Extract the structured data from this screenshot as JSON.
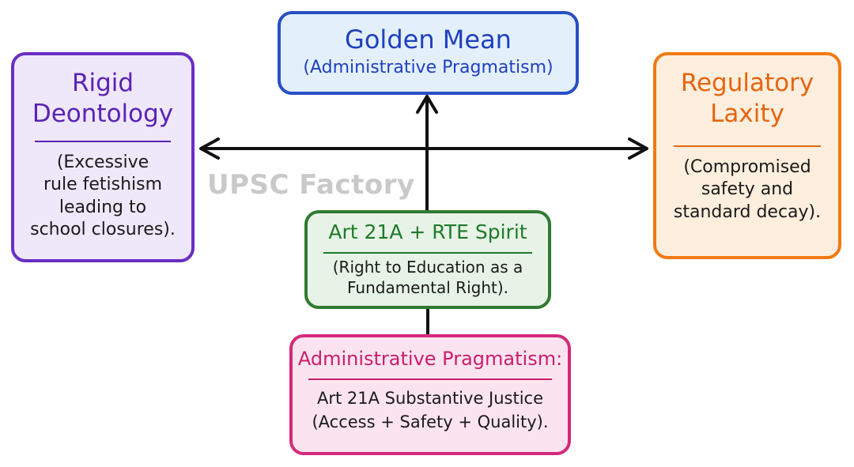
{
  "nodes": {
    "golden_mean": {
      "title": "Golden Mean",
      "subtitle": "(Administrative Pragmatism)"
    },
    "rigid": {
      "title_line1": "Rigid",
      "title_line2": "Deontology",
      "desc": [
        "(Excessive",
        "rule fetishism",
        "leading to",
        "school closures)."
      ]
    },
    "laxity": {
      "title_line1": "Regulatory",
      "title_line2": "Laxity",
      "desc": [
        "(Compromised",
        "safety and",
        "standard decay)."
      ]
    },
    "art21a": {
      "title": "Art 21A + RTE Spirit",
      "desc": [
        "(Right to Education as a",
        "Fundamental Right)."
      ]
    },
    "admin": {
      "title": "Administrative Pragmatism:",
      "desc": [
        "Art 21A Substantive Justice",
        "(Access + Safety + Quality)."
      ]
    }
  },
  "watermark": "UPSC Factory",
  "colors": {
    "golden": "#1f3fbf",
    "rigid": "#5a23b3",
    "laxity": "#e5650f",
    "art21a": "#1f7a2b",
    "admin": "#c91e6b",
    "arrow": "#111111"
  }
}
